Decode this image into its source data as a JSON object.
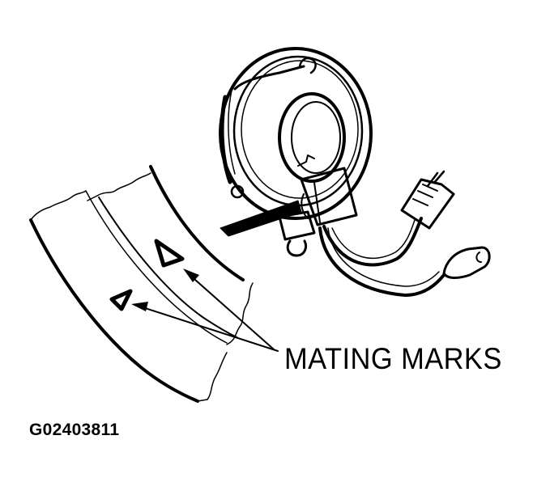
{
  "diagram": {
    "type": "technical-line-art",
    "subject": "clock spring / spiral cable assembly with steering column mating marks",
    "colors": {
      "ink": "#000000",
      "background": "#ffffff"
    },
    "labels": {
      "callout": "MATING MARKS",
      "figure_id": "G02403811"
    },
    "components": [
      "clock-spring-housing",
      "center-bore",
      "connector-block",
      "wire-harness",
      "multi-pin-connector",
      "round-connector",
      "steering-column-section",
      "mating-mark-triangle-large",
      "mating-mark-triangle-small",
      "leader-arrows"
    ]
  }
}
